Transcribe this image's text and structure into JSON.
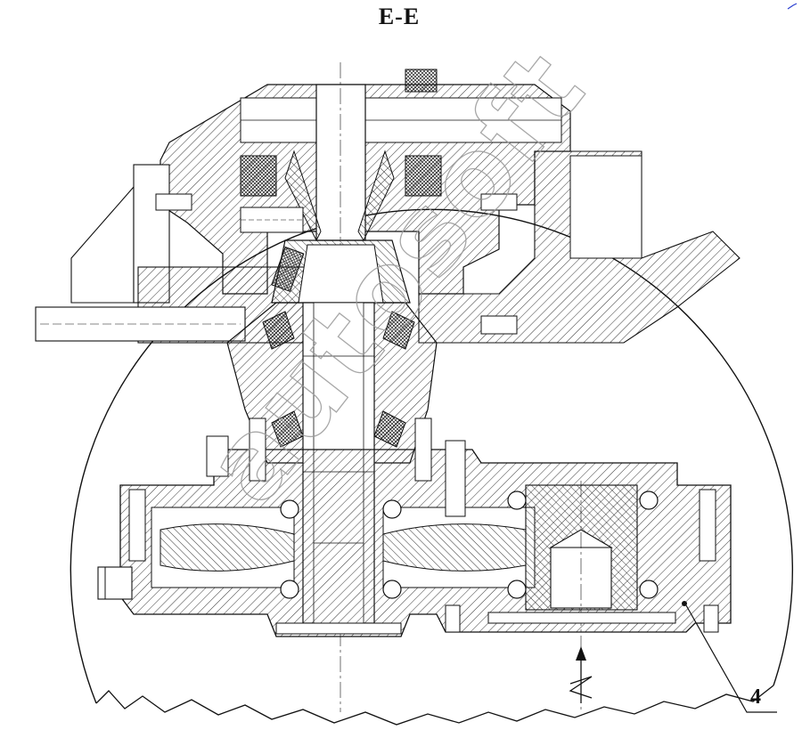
{
  "section_title": "E-E",
  "callouts": {
    "part_number": "4"
  },
  "watermark": {
    "text": "autosoft"
  },
  "colors": {
    "line": "#111111",
    "background": "#ffffff",
    "watermark": "#9a9a9a",
    "corner_mark": "#2a3fd0"
  }
}
